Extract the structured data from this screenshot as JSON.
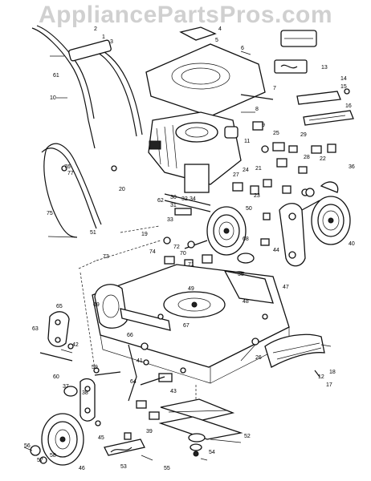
{
  "watermark": "AppliancePartsPros.com",
  "callouts": [
    {
      "label": "1"
    },
    {
      "label": "2"
    },
    {
      "label": "3"
    },
    {
      "label": "4"
    },
    {
      "label": "5"
    },
    {
      "label": "6"
    },
    {
      "label": "7"
    },
    {
      "label": "8"
    },
    {
      "label": "9"
    },
    {
      "label": "10"
    },
    {
      "label": "11"
    },
    {
      "label": "12"
    },
    {
      "label": "13"
    },
    {
      "label": "14"
    },
    {
      "label": "15"
    },
    {
      "label": "16"
    },
    {
      "label": "17"
    },
    {
      "label": "18"
    },
    {
      "label": "19"
    },
    {
      "label": "20"
    },
    {
      "label": "21"
    },
    {
      "label": "22"
    },
    {
      "label": "23"
    },
    {
      "label": "24"
    },
    {
      "label": "25"
    },
    {
      "label": "26"
    },
    {
      "label": "27"
    },
    {
      "label": "28"
    },
    {
      "label": "29"
    },
    {
      "label": "30"
    },
    {
      "label": "31"
    },
    {
      "label": "32"
    },
    {
      "label": "33"
    },
    {
      "label": "34"
    },
    {
      "label": "35"
    },
    {
      "label": "36"
    },
    {
      "label": "37"
    },
    {
      "label": "38"
    },
    {
      "label": "39"
    },
    {
      "label": "40"
    },
    {
      "label": "41"
    },
    {
      "label": "42"
    },
    {
      "label": "43"
    },
    {
      "label": "44"
    },
    {
      "label": "45"
    },
    {
      "label": "46"
    },
    {
      "label": "47"
    },
    {
      "label": "48"
    },
    {
      "label": "49"
    },
    {
      "label": "50"
    },
    {
      "label": "51"
    },
    {
      "label": "52"
    },
    {
      "label": "53"
    },
    {
      "label": "54"
    },
    {
      "label": "55"
    },
    {
      "label": "56"
    },
    {
      "label": "57"
    },
    {
      "label": "58"
    },
    {
      "label": "59"
    },
    {
      "label": "60"
    },
    {
      "label": "61"
    },
    {
      "label": "62"
    },
    {
      "label": "63"
    },
    {
      "label": "64"
    },
    {
      "label": "65"
    },
    {
      "label": "66"
    },
    {
      "label": "67"
    },
    {
      "label": "68"
    },
    {
      "label": "69"
    },
    {
      "label": "70"
    },
    {
      "label": "71"
    },
    {
      "label": "72"
    },
    {
      "label": "73"
    },
    {
      "label": "74"
    },
    {
      "label": "75"
    },
    {
      "label": "76"
    },
    {
      "label": "77"
    }
  ]
}
